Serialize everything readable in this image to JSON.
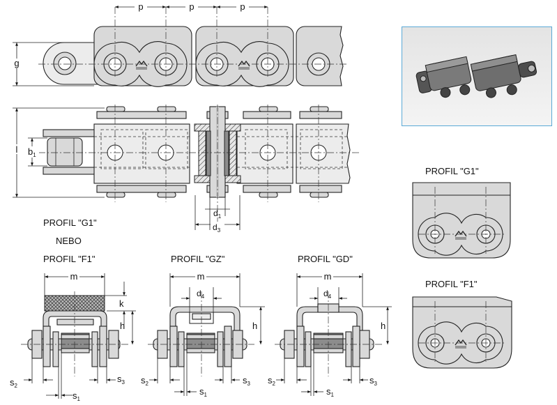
{
  "labels": {
    "p1": "p",
    "p2": "p",
    "p3": "p",
    "g": "g",
    "l": "l",
    "b": "b",
    "b_sub": "1",
    "d1": "d",
    "d1_sub": "1",
    "d3": "d",
    "d3_sub": "3",
    "profil_g1_left": "PROFIL \"G1\"",
    "nebo": "NEBO",
    "profil_f1_left": "PROFIL \"F1\"",
    "profil_gz": "PROFIL \"GZ\"",
    "profil_gd": "PROFIL \"GD\"",
    "profil_g1_right": "PROFIL \"G1\"",
    "profil_f1_right": "PROFIL \"F1\"",
    "m1": "m",
    "m2": "m",
    "m3": "m",
    "k": "k",
    "h1": "h",
    "h2": "h",
    "h3": "h",
    "d4a": "d",
    "d4a_sub": "4",
    "d4b": "d",
    "d4b_sub": "4",
    "s": "s",
    "s1_sub": "1",
    "s2_sub": "2",
    "s3_sub": "3"
  },
  "colors": {
    "part_fill": "#d9d9d9",
    "photo_border": "#5aa9d6"
  },
  "icons": {
    "logo": "manufacturer-logo-icon"
  }
}
